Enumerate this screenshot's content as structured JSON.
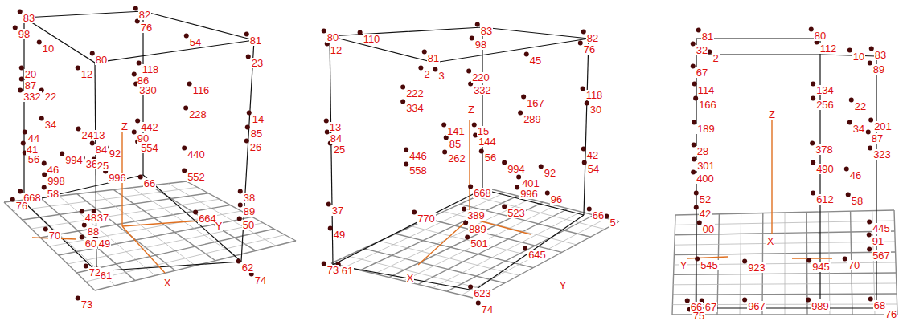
{
  "diagram": {
    "labels": [
      "83",
      "82",
      "76",
      "98",
      "10",
      "54",
      "81",
      "23",
      "80",
      "12",
      "118",
      "86",
      "330",
      "116",
      "228",
      "20",
      "87",
      "332",
      "22",
      "34",
      "44",
      "41",
      "56",
      "2413",
      "442",
      "90",
      "554",
      "440",
      "552",
      "14",
      "85",
      "26",
      "84",
      "92",
      "994",
      "36",
      "25",
      "46",
      "998",
      "996",
      "66",
      "58",
      "668",
      "76",
      "70",
      "48",
      "37",
      "88",
      "60",
      "49",
      "664",
      "38",
      "89",
      "50",
      "62",
      "74",
      "72",
      "61",
      "73",
      "Z",
      "Y",
      "X",
      "80",
      "12",
      "110",
      "83",
      "98",
      "81",
      "82",
      "76",
      "45",
      "2",
      "3",
      "220",
      "332",
      "222",
      "334",
      "167",
      "289",
      "118",
      "30",
      "13",
      "84",
      "25",
      "Z",
      "141",
      "85",
      "262",
      "15",
      "144",
      "56",
      "446",
      "558",
      "42",
      "54",
      "994",
      "92",
      "401",
      "996",
      "96",
      "668",
      "37",
      "49",
      "770",
      "389",
      "523",
      "889",
      "501",
      "645",
      "66",
      "5",
      "73",
      "61",
      "623",
      "74",
      "X",
      "Y",
      "81",
      "80",
      "32",
      "2",
      "112",
      "10",
      "83",
      "89",
      "67",
      "114",
      "134",
      "166",
      "256",
      "22",
      "189",
      "Z",
      "34",
      "201",
      "87",
      "323",
      "28",
      "301",
      "378",
      "400",
      "490",
      "46",
      "52",
      "612",
      "58",
      "42",
      "00",
      "445",
      "91",
      "X",
      "567",
      "545",
      "Y",
      "923",
      "945",
      "70",
      "967",
      "989",
      "66",
      "67",
      "75",
      "68",
      "76"
    ]
  }
}
